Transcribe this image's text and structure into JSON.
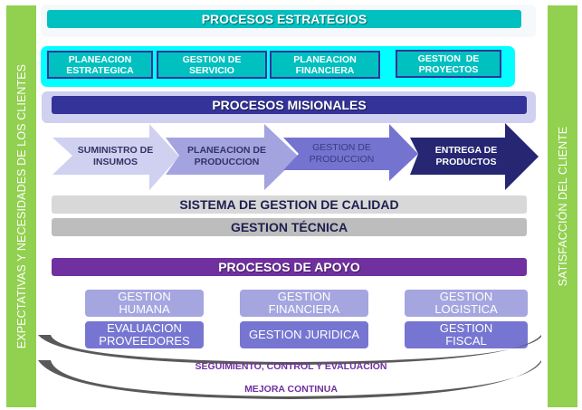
{
  "left_bar": {
    "label": "EXPECTATIVAS Y NECESIDADES DE LOS CLIENTES"
  },
  "right_bar": {
    "label": "SATISFACCIÓN DEL CLIENTE"
  },
  "strategic": {
    "title": "PROCESOS ESTRATEGIOS",
    "items": [
      {
        "line1": "PLANEACION",
        "line2": "ESTRATEGICA"
      },
      {
        "line1": "GESTION DE",
        "line2": "SERVICIO"
      },
      {
        "line1": "PLANEACION",
        "line2": "FINANCIERA"
      },
      {
        "line1": "GESTION  DE",
        "line2": "PROYECTOS"
      }
    ]
  },
  "missional": {
    "title": "PROCESOS MISIONALES",
    "arrows": [
      {
        "line1": "SUMINISTRO DE",
        "line2": "INSUMOS",
        "color": "#d0d0f0",
        "text_color": "#333366"
      },
      {
        "line1": "PLANEACION DE",
        "line2": "PRODUCCION",
        "color": "#a3a3e0",
        "text_color": "#333366"
      },
      {
        "line1": "GESTION DE",
        "line2": "PRODUCCION",
        "color": "#7474d0",
        "text_color": "#3a3a80"
      },
      {
        "line1": "ENTREGA DE",
        "line2": "PRODUCTOS",
        "color": "#262673",
        "text_color": "#ffffff"
      }
    ]
  },
  "quality_system": {
    "label": "SISTEMA DE GESTION DE CALIDAD"
  },
  "technical": {
    "label": "GESTION TÉCNICA"
  },
  "support": {
    "title": "PROCESOS DE APOYO",
    "items": [
      {
        "line1": "GESTION",
        "line2": "HUMANA"
      },
      {
        "line1": "GESTION",
        "line2": "FINANCIERA"
      },
      {
        "line1": "GESTION",
        "line2": "LOGISTICA"
      },
      {
        "line1": "EVALUACION",
        "line2": "PROVEEDORES"
      },
      {
        "line1": "GESTION JURIDICA",
        "line2": ""
      },
      {
        "line1": "GESTION",
        "line2": "FISCAL"
      }
    ]
  },
  "arcs": {
    "monitoring": "SEGUIMIENTO, CONTROL Y EVALUACION",
    "improvement": "MEJORA CONTINUA"
  },
  "colors": {
    "green": "#92d050",
    "teal": "#00c0c0",
    "cyan": "#00ffff",
    "navy": "#333399",
    "purple": "#7030a0"
  }
}
